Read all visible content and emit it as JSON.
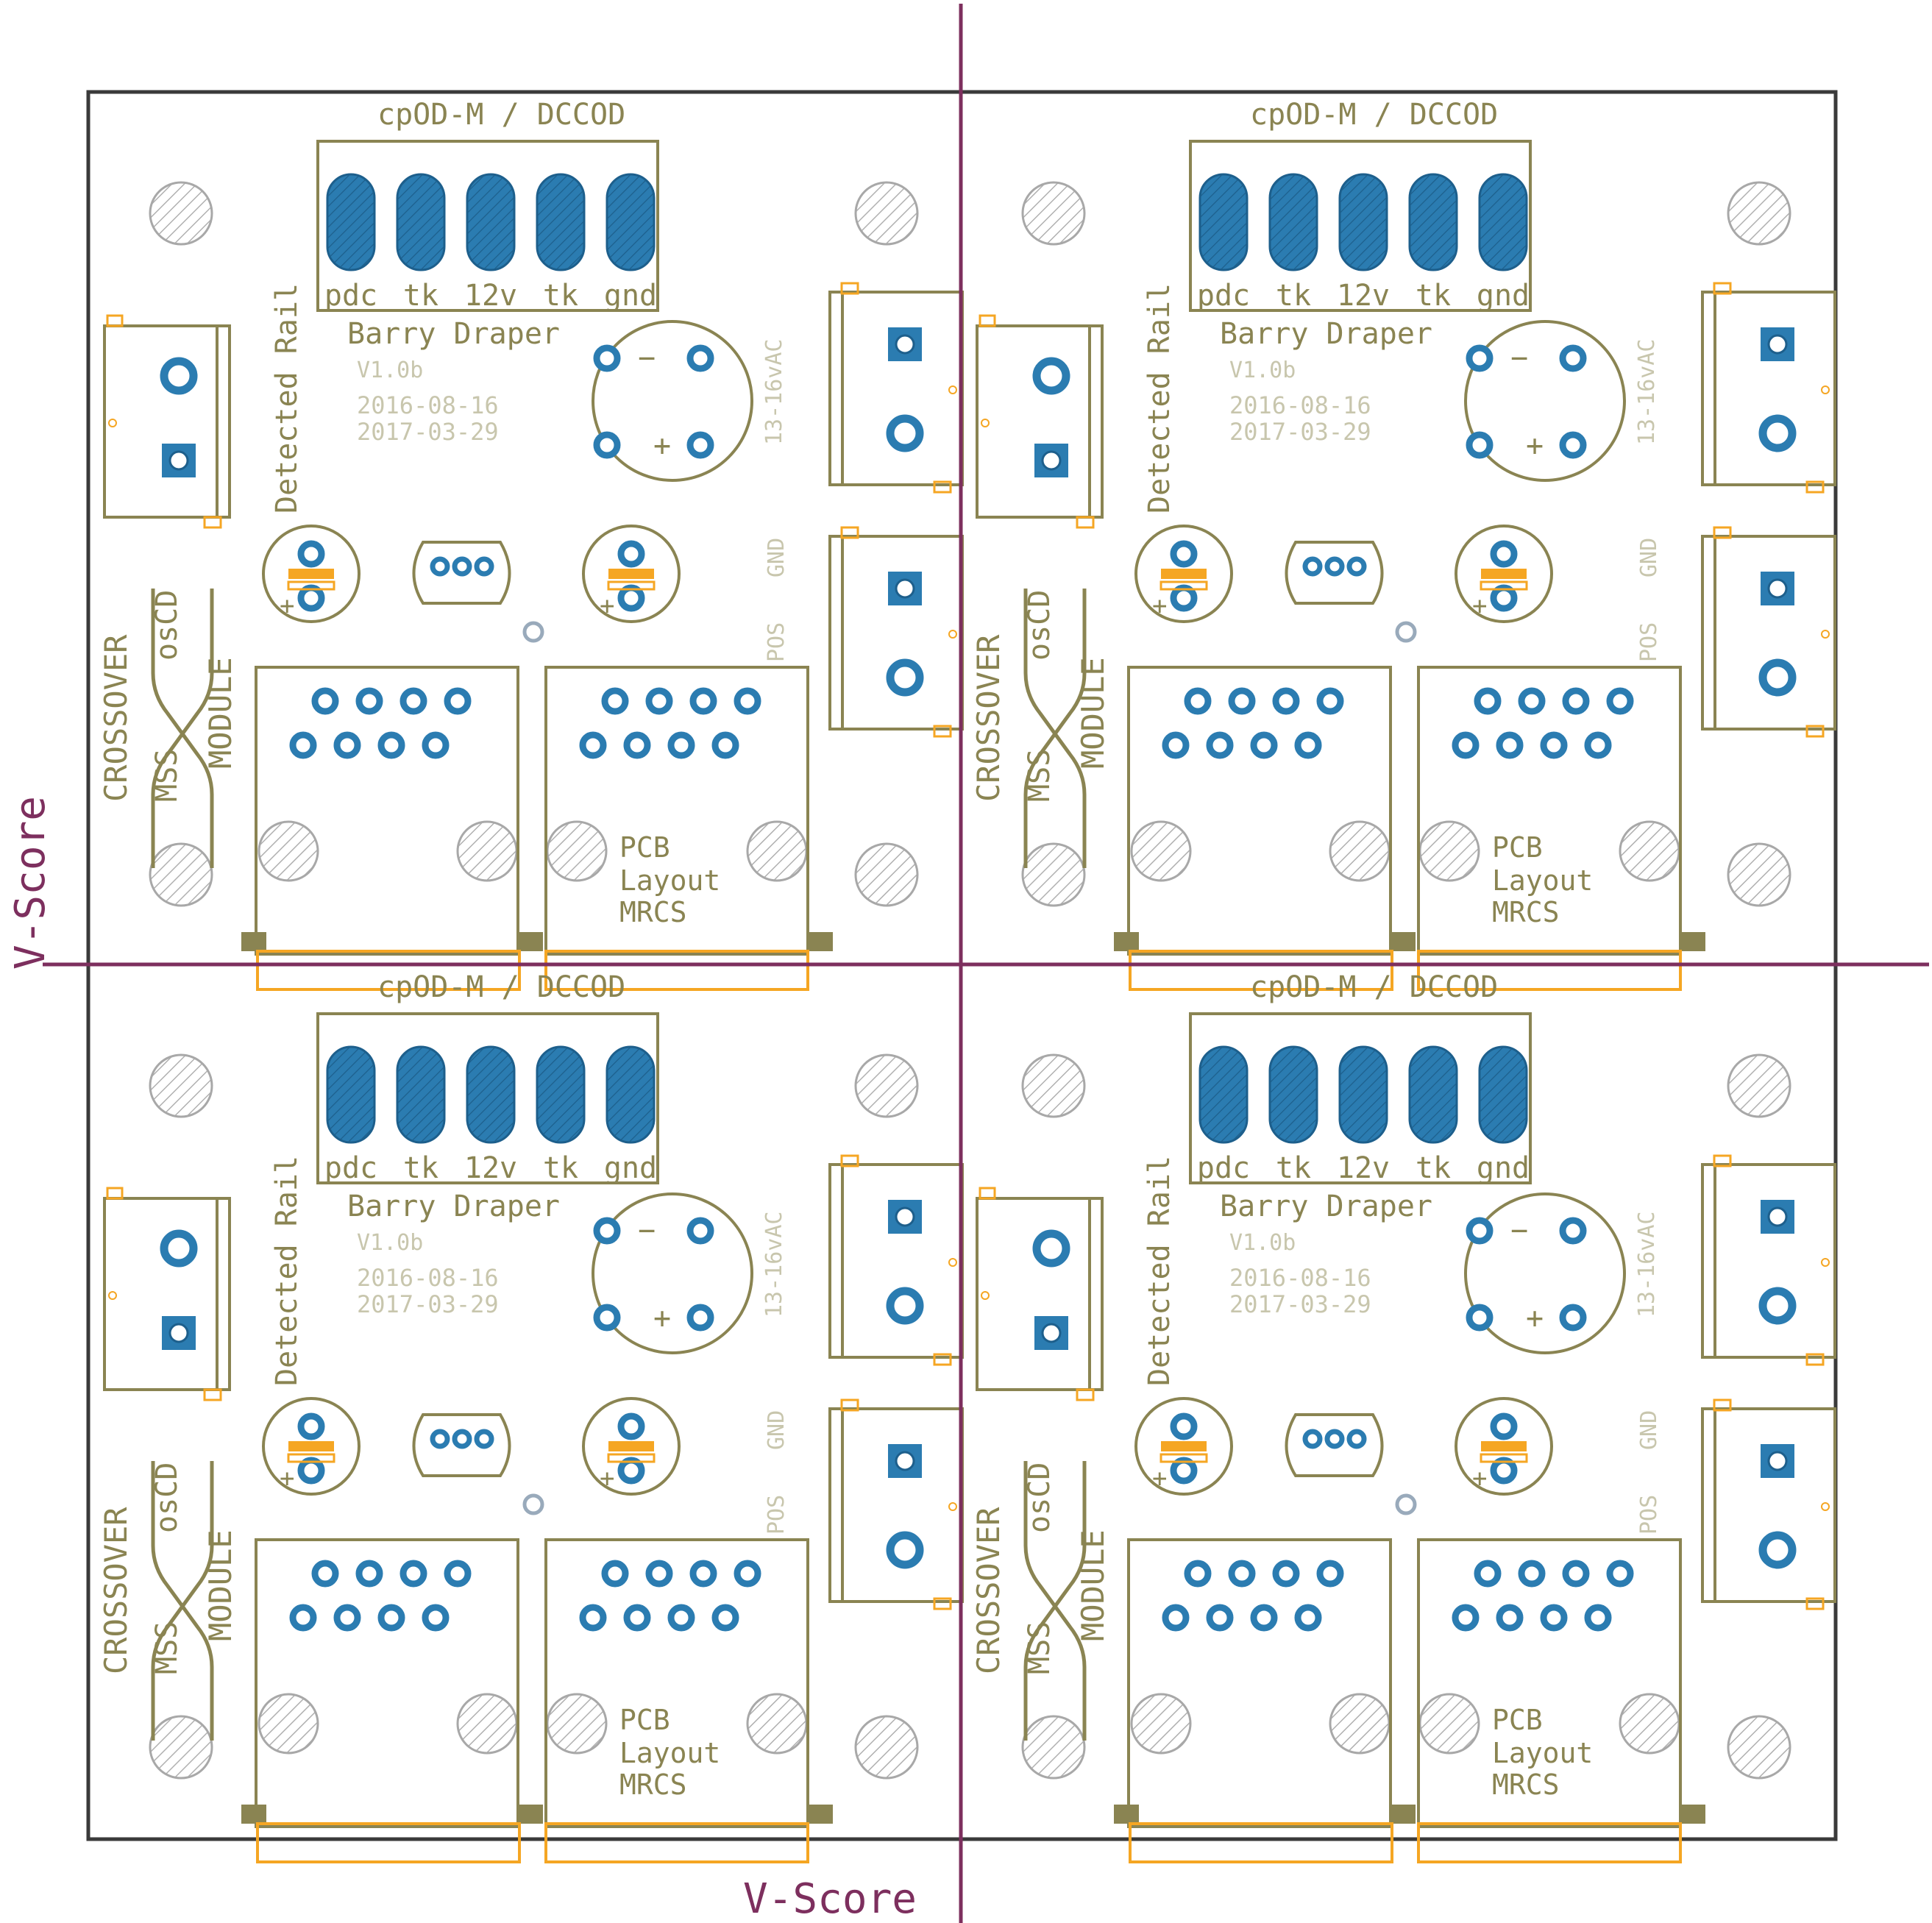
{
  "colors": {
    "silk": "#8a8452",
    "silk_light": "#c8c6ad",
    "pad": "#2b7cb1",
    "pad_edge": "#1d5f8c",
    "courtyard": "#f5a623",
    "vscore": "#7d2f5e",
    "outline": "#3a3a3a",
    "hole_stroke": "#a8a8a8"
  },
  "vscore_labels": {
    "left": "V-Score",
    "bottom": "V-Score"
  },
  "board": {
    "connector_title": "cpOD-M / DCCOD",
    "pin_labels": [
      "pdc",
      "tk",
      "12v",
      "tk",
      "gnd"
    ],
    "author": "Barry Draper",
    "version": "V1.0b",
    "date1": "2016-08-16",
    "date2": "2017-03-29",
    "power_label": "13-16vAC",
    "gnd_label": "GND",
    "pos_label": "POS",
    "detected_rail": "Detected Rail",
    "crossover": "CROSSOVER",
    "module": "MODULE",
    "oscd": "osCD",
    "mss": "MSS",
    "pcb_label": [
      "PCB",
      "Layout",
      "MRCS"
    ],
    "minus": "−",
    "plus": "+",
    "cap_plus": "+"
  },
  "panels": [
    "top-left",
    "top-right",
    "bottom-left",
    "bottom-right"
  ]
}
